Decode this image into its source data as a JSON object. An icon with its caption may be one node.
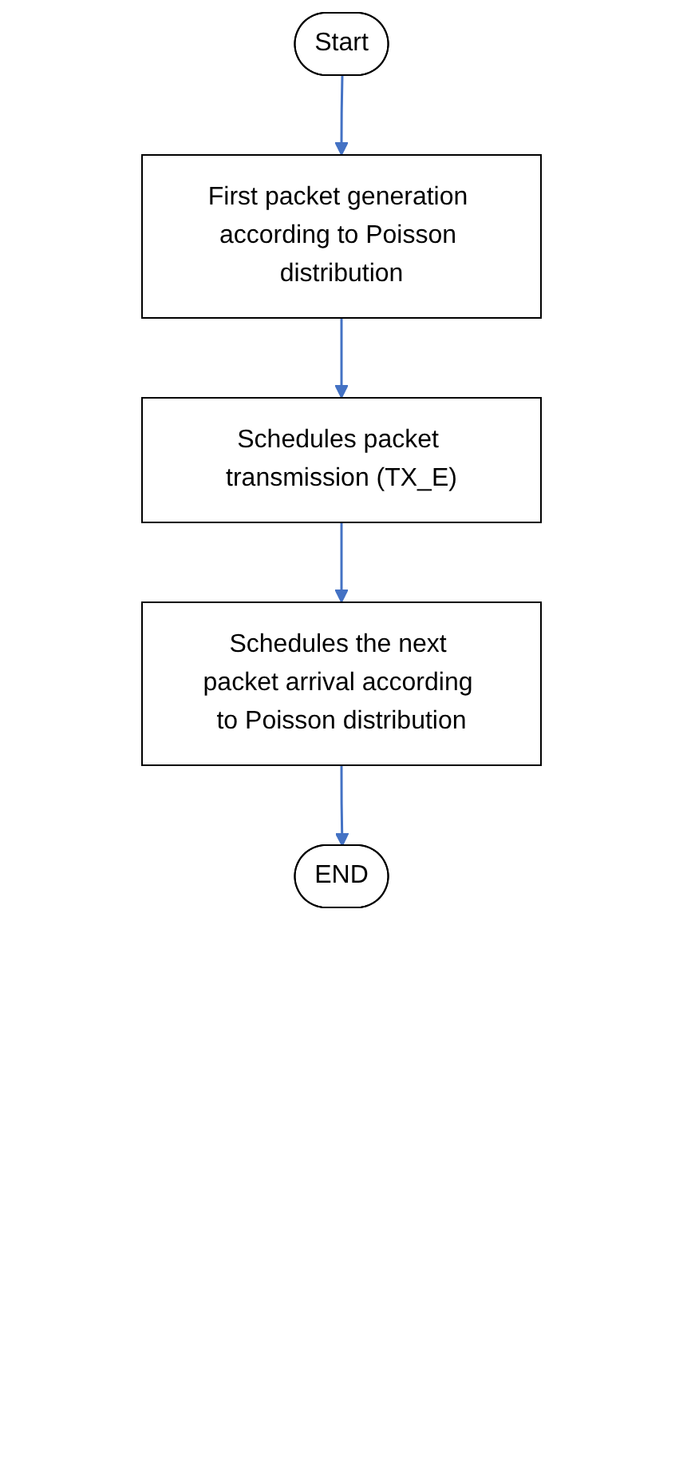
{
  "diagram": {
    "nodes": [
      {
        "text": [
          "Start"
        ]
      },
      {
        "text": [
          "First packet generation according to Poisson distribution"
        ]
      },
      {
        "text": [
          "Schedules packet transmission (TX_E)"
        ]
      },
      {
        "text": [
          "Schedules the next packet arrival according to Poisson distribution"
        ]
      },
      {
        "text": [
          "END"
        ]
      }
    ],
    "edges": [
      {
        "from": 0,
        "to": 1,
        "arrow": "to"
      },
      {
        "from": 1,
        "to": 2,
        "arrow": "to"
      },
      {
        "from": 2,
        "to": 3,
        "arrow": "to"
      },
      {
        "from": 3,
        "to": 4,
        "arrow": "to"
      }
    ]
  }
}
